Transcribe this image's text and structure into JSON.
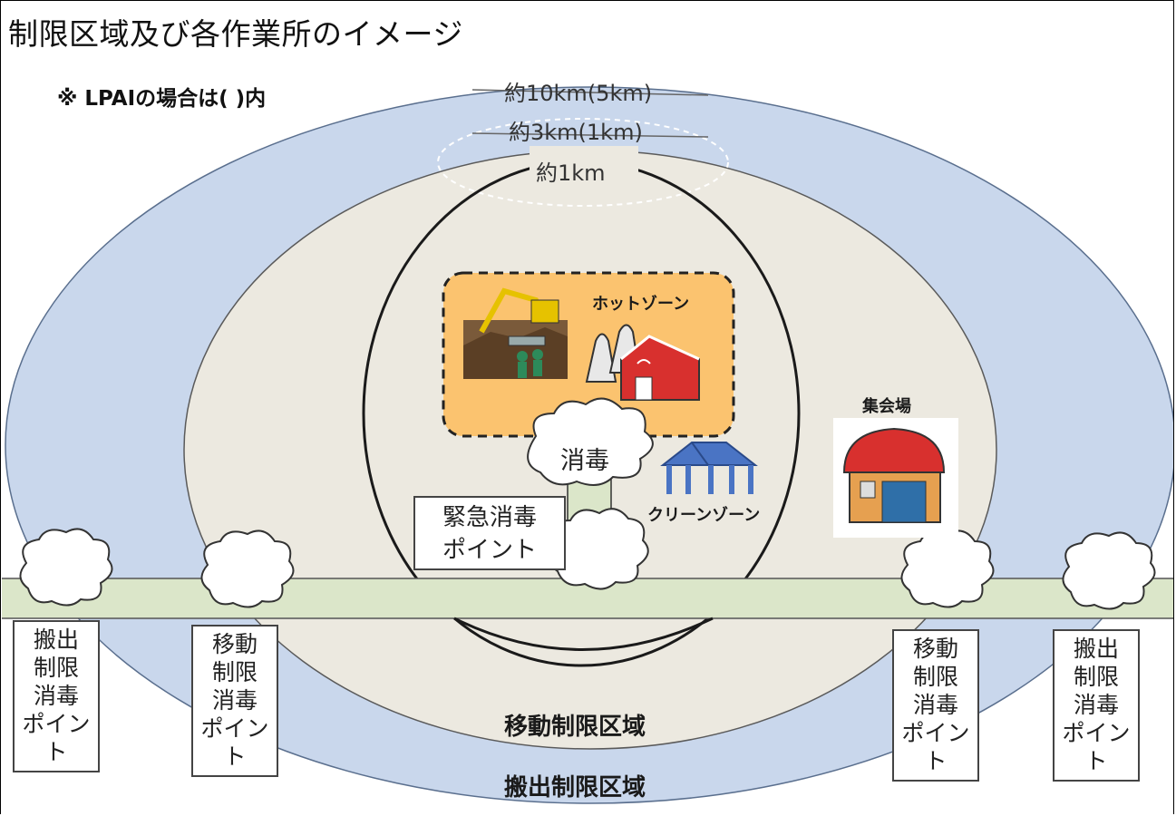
{
  "title": "制限区域及び各作業所のイメージ",
  "note": "※ LPAIの場合は( )内",
  "rings": {
    "outer": "約10km(5km)",
    "middle": "約3km(1km)",
    "inner": "約1km"
  },
  "zones": {
    "hot_zone": "ホットゾーン",
    "clean_zone": "クリーンゾーン",
    "assembly_hall": "集会場",
    "disinfection": "消毒",
    "movement_restricted_area": "移動制限区域",
    "export_restricted_area": "搬出制限区域"
  },
  "emergency_point": {
    "line1": "緊急消毒",
    "line2": "ポイント"
  },
  "checkpoints": [
    {
      "line1": "搬出",
      "line2": "制限",
      "line3": "消毒",
      "line4": "ポイント"
    },
    {
      "line1": "移動",
      "line2": "制限",
      "line3": "消毒",
      "line4": "ポイント"
    },
    {
      "line1": "移動",
      "line2": "制限",
      "line3": "消毒",
      "line4": "ポイント"
    },
    {
      "line1": "搬出",
      "line2": "制限",
      "line3": "消毒",
      "line4": "ポイント"
    }
  ],
  "colors": {
    "outer_ring": "#c9d7ec",
    "middle_ring": "#ece9e0",
    "road": "#dbe6c9",
    "hot_zone": "#fbc36f",
    "building_red": "#d8302e"
  }
}
